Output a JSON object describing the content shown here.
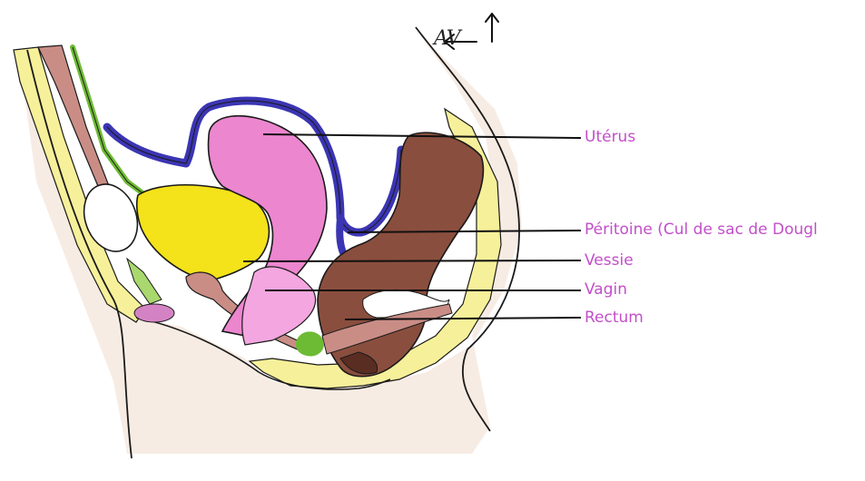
{
  "diagram": {
    "orientation_marker": "AV",
    "labels": {
      "uterus": "Utérus",
      "peritoine": "Péritoine (Cul de sac de Dougl",
      "vessie": "Vessie",
      "vagin": "Vagin",
      "rectum": "Rectum"
    },
    "colors": {
      "label_text": "#c24fc9",
      "bone_yellow": "#f7f09a",
      "bladder": "#f4e21a",
      "uterus_pink": "#ec86cf",
      "peritoneum_blue": "#3b35b3",
      "rectum_brown": "#8a4e3e",
      "muscle_salmon": "#c98d86",
      "skin": "#f2e4d8",
      "ureter_green": "#6dbb34",
      "outline": "#1a1a1a"
    }
  }
}
